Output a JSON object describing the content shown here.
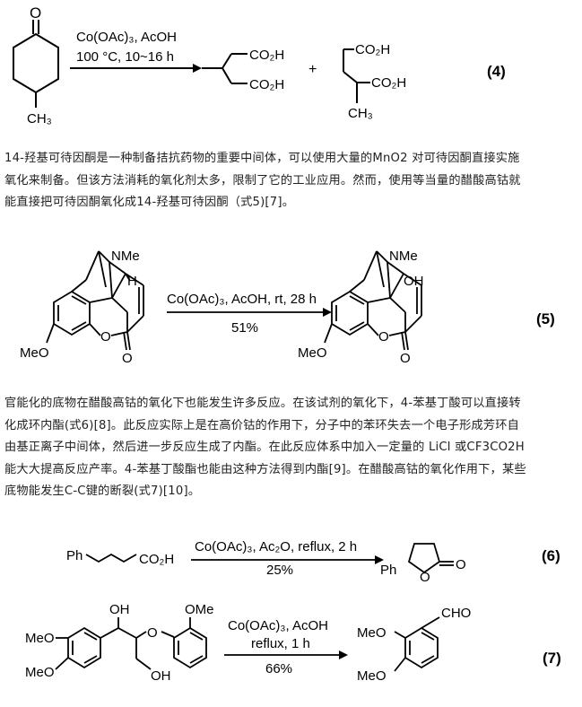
{
  "reaction4": {
    "reagent": "Co(OAc)₃, AcOH",
    "condition": "100 °C, 10~16 h",
    "ketone_o": "O",
    "methyl_label": "CH₃",
    "product1_top": "CO₂H",
    "product1_bottom": "CO₂H",
    "plus": "+",
    "product2_top": "CO₂H",
    "product2_mid": "CO₂H",
    "product2_methyl": "CH₃",
    "number": "(4)"
  },
  "paragraph1": [
    "14-羟基可待因酮是一种制备拮抗药物的重要中间体，可以使用大量的MnO2 对可待因酮直接实施",
    "氧化来制备。但该方法消耗的氧化剂太多，限制了它的工业应用。然而，使用等当量的醋酸高钴就",
    "能直接把可待因酮氧化成14-羟基可待因酮（式5)[7]。"
  ],
  "reaction5": {
    "reagent": "Co(OAc)₃, AcOH, rt, 28 h",
    "yield": "51%",
    "nme_left": "NMe",
    "nme_right": "NMe",
    "h_label": "H",
    "oh_label": "OH",
    "meo_left": "MeO",
    "meo_right": "MeO",
    "o_ring_left": "O",
    "o_ring_right": "O",
    "o_keto_left": "O",
    "o_keto_right": "O",
    "number": "(5)"
  },
  "paragraph2": [
    "官能化的底物在醋酸高钴的氧化下也能发生许多反应。在该试剂的氧化下，4-苯基丁酸可以直接转",
    "化成环内酯(式6)[8]。此反应实际上是在高价钴的作用下，分子中的苯环失去一个电子形成芳环自",
    "由基正离子中间体，然后进一步反应生成了内酯。在此反应体系中加入一定量的 LiCl 或CF3CO2H",
    "能大大提高反应产率。4-苯基丁酸酯也能由这种方法得到内酯[9]。在醋酸高钴的氧化作用下，某些",
    "底物能发生C-C键的断裂(式7)[10]。"
  ],
  "reaction6": {
    "reactant_ph": "Ph",
    "reactant_acid": "CO₂H",
    "reagent": "Co(OAc)₃, Ac₂O, reflux, 2 h",
    "yield": "25%",
    "product_ph": "Ph",
    "product_o_ring": "O",
    "product_o_keto": "O",
    "number": "(6)"
  },
  "reaction7": {
    "oh_top": "OH",
    "ome_top": "OMe",
    "meo_1": "MeO",
    "meo_2": "MeO",
    "o_ether": "O",
    "oh_bottom": "OH",
    "reagent_line1": "Co(OAc)₃, AcOH",
    "reagent_line2": "reflux, 1 h",
    "yield": "66%",
    "prod_meo_1": "MeO",
    "prod_meo_2": "MeO",
    "cho": "CHO",
    "number": "(7)"
  }
}
